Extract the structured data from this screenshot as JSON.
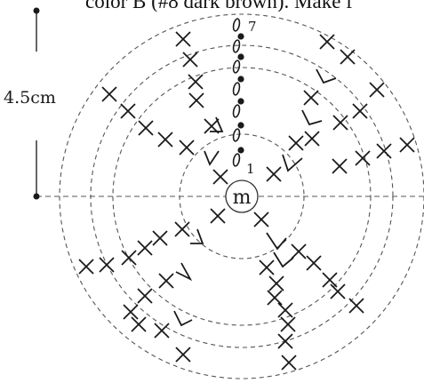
{
  "caption": "color B (#8 dark brown). Make f",
  "measurement_label": "4.5cm",
  "center_label": "m",
  "round_labels": {
    "first": "1",
    "last": "7"
  },
  "colors": {
    "ink": "#1a1a1a",
    "guide": "#555555",
    "background": "#ffffff"
  },
  "symbols": {
    "cross": "single-crochet-x",
    "vee": "increase-v",
    "dot_loop": "slip-stitch-chain",
    "ring": "magic-ring"
  }
}
